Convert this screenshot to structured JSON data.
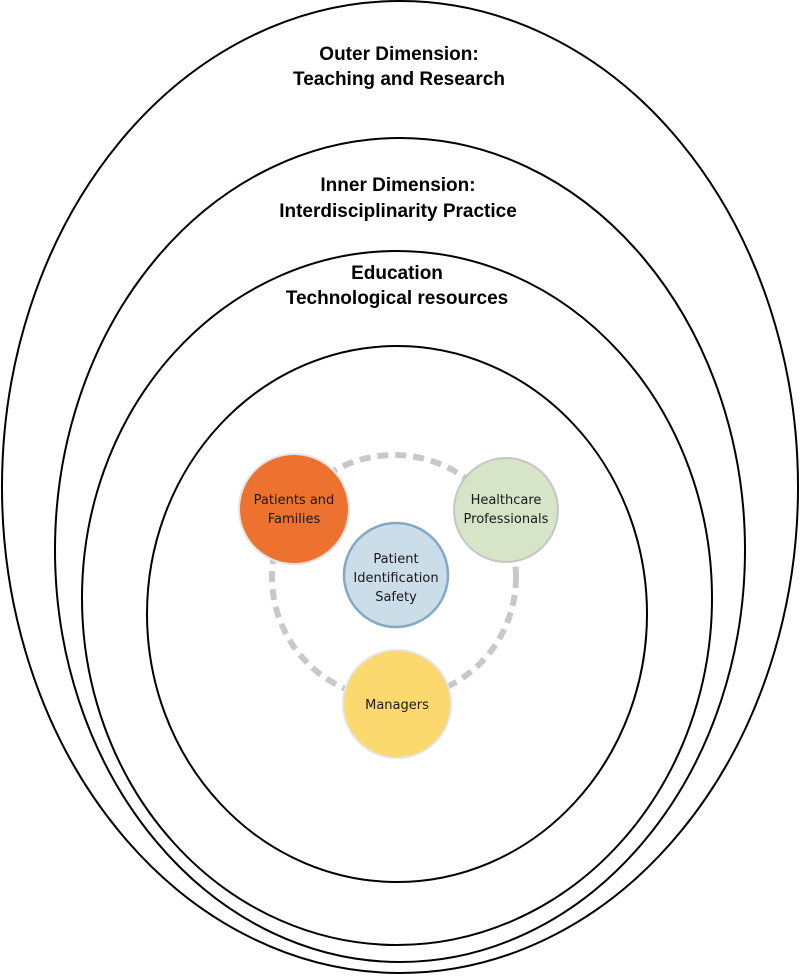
{
  "outer_dimension": {
    "line1": "Outer Dimension:",
    "line2": "Teaching and Research"
  },
  "inner_dimension": {
    "line1": "Inner Dimension:",
    "line2": "Interdisciplinarity Practice"
  },
  "resources": {
    "line1": "Education",
    "line2": "Technological resources"
  },
  "nodes": {
    "patients_families": {
      "line1": "Patients and",
      "line2": "Families",
      "fill": "#ED7230",
      "stroke": "#E4E4E4"
    },
    "healthcare_professionals": {
      "line1": "Healthcare",
      "line2": "Professionals",
      "fill": "#D6E4C8",
      "stroke": "#C6C6C6"
    },
    "patient_safety": {
      "line1": "Patient",
      "line2": "Identification",
      "line3": "Safety",
      "fill": "#CBDDE9",
      "stroke": "#84A9C6"
    },
    "managers": {
      "line1": "Managers",
      "fill": "#FBD96E",
      "stroke": "#E4E4E4"
    }
  },
  "colors": {
    "ring_stroke": "#000000",
    "dashed_connector": "#C8C8C8"
  }
}
